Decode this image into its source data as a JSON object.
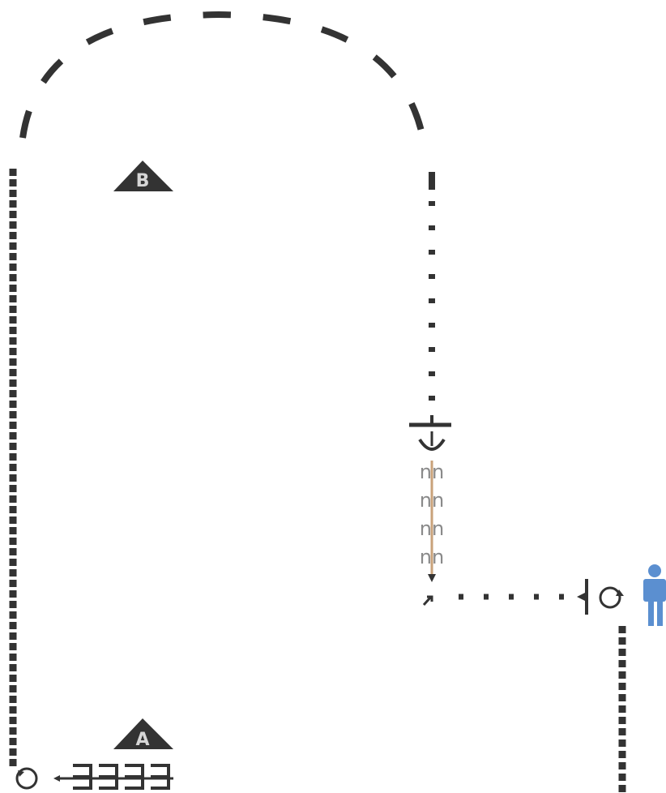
{
  "markers": {
    "upper": {
      "label": "B",
      "icon": "warning-triangle-icon"
    },
    "lower": {
      "label": "A",
      "icon": "warning-triangle-icon"
    }
  },
  "chain": {
    "label": "nn",
    "count": 4
  },
  "colors": {
    "line": "#333333",
    "marker_fill": "#333333",
    "person": "#5b8fd0",
    "spring": "#c9a27a",
    "chain_text": "#8a8a8a"
  },
  "icons": {
    "person": "person-icon",
    "loop_start": "circle-loop-icon",
    "loop_end": "circle-loop-icon",
    "bar_end": "bar-end-icon",
    "spring": "spring-coil-icon",
    "cup": "cup-hook-icon"
  }
}
